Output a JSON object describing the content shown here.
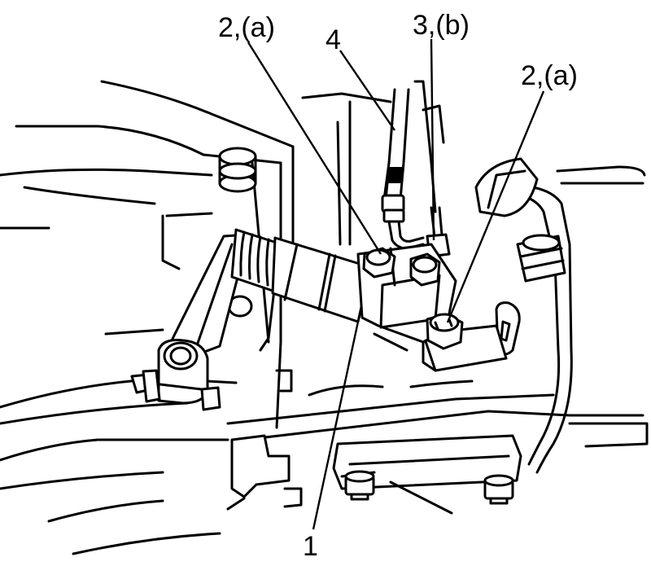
{
  "callouts": {
    "mounting_bolt_upper": "2,(a)",
    "fluid_line_fitting": "3,(b)",
    "fluid_line": "4",
    "mounting_bolt_right": "2,(a)",
    "slave_cylinder": "1"
  },
  "colors": {
    "line": "#000000",
    "background": "#ffffff"
  }
}
